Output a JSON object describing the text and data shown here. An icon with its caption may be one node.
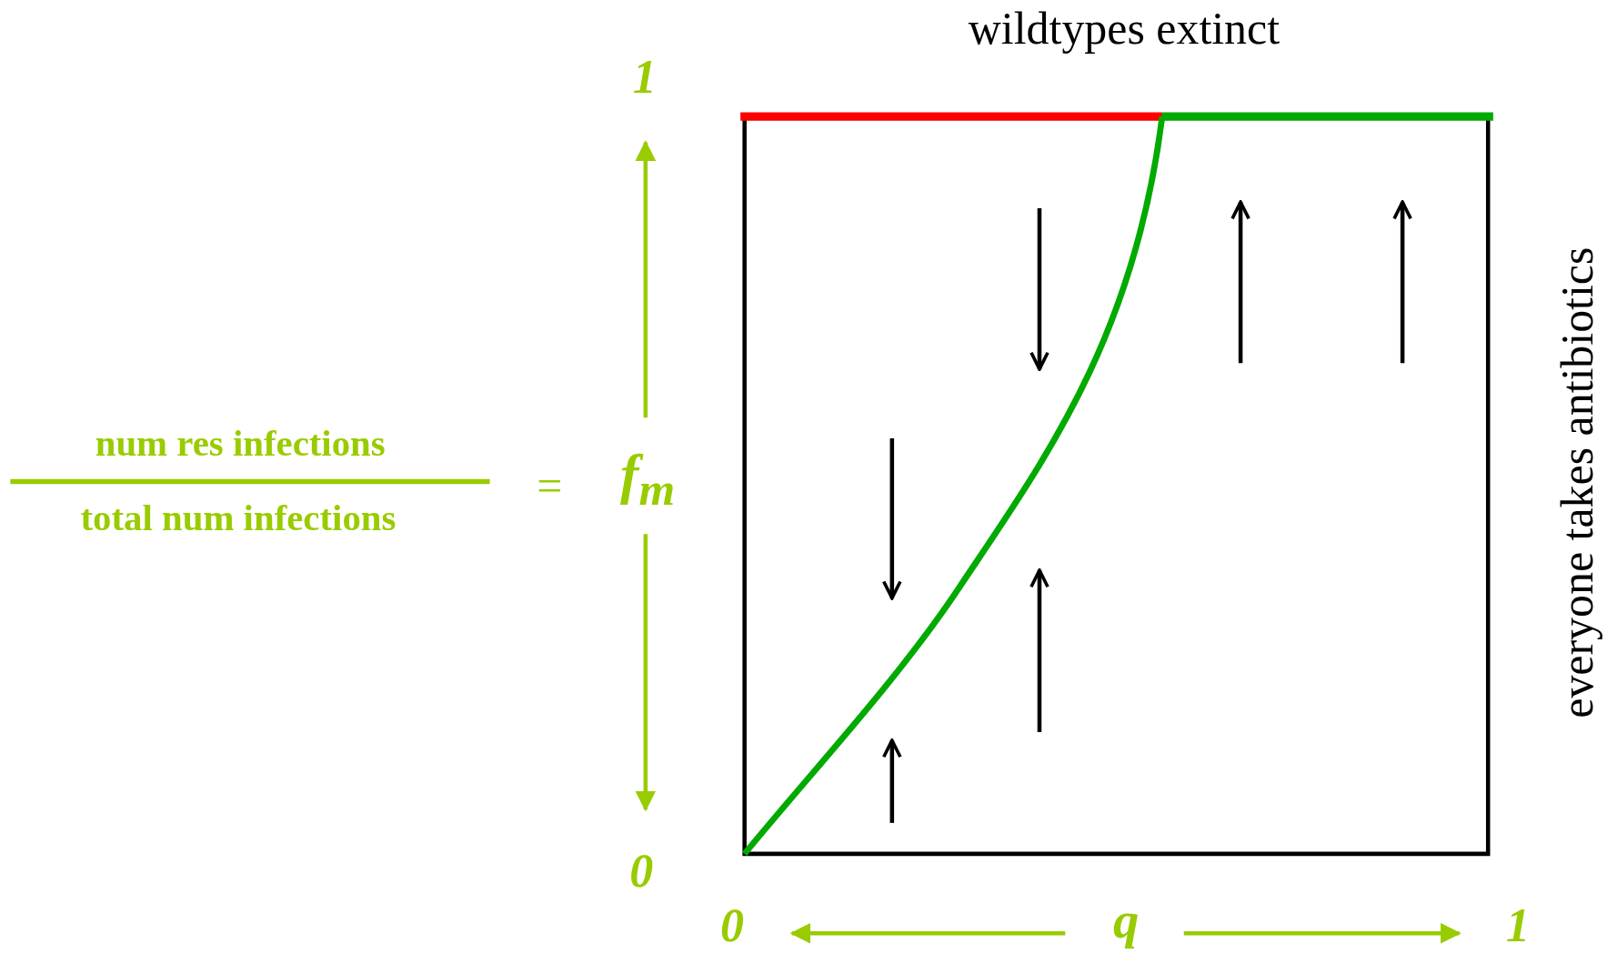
{
  "diagram": {
    "labels": [
      "wildtypes extinct",
      "1",
      "num res infections",
      "total num infections",
      "=",
      "f$_{m}$",
      "0",
      "everyone takes antibiotics",
      "0",
      "q",
      "1"
    ]
  }
}
